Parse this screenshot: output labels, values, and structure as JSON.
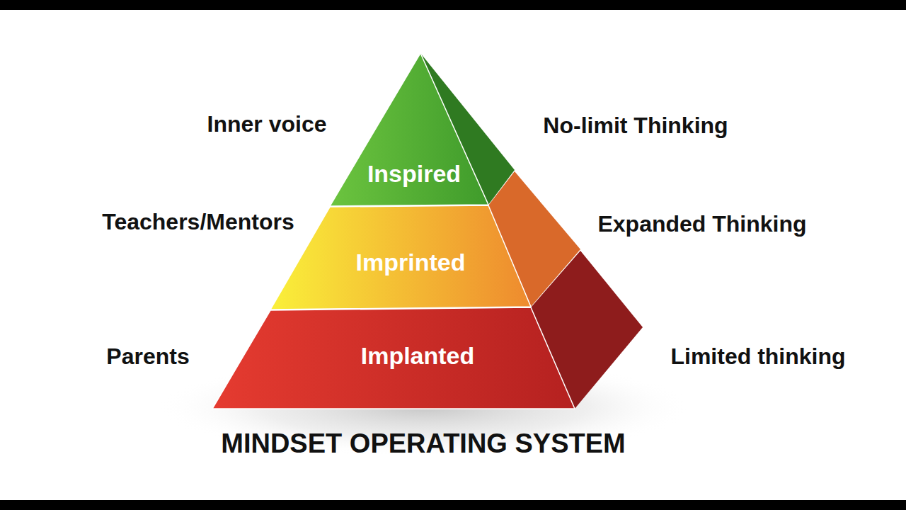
{
  "diagram": {
    "caption": "MINDSET OPERATING SYSTEM",
    "nodes": [
      {
        "text": [
          "Inspired"
        ]
      },
      {
        "text": [
          "Imprinted"
        ]
      },
      {
        "text": [
          "Implanted"
        ]
      }
    ],
    "labels": [
      "Inner voice",
      "No-limit Thinking",
      "Teachers/Mentors",
      "Expanded Thinking",
      "Parents",
      "Limited thinking"
    ]
  }
}
